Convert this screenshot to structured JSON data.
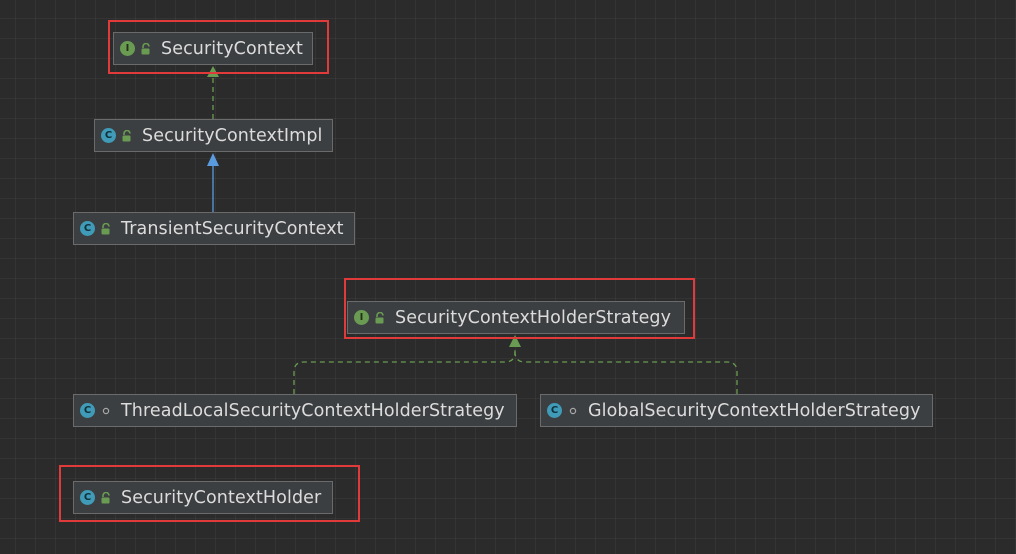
{
  "diagram": {
    "nodes": [
      {
        "key": "security_context",
        "kind": "interface",
        "badge": "I",
        "visibility": "public",
        "name": "SecurityContext"
      },
      {
        "key": "security_context_impl",
        "kind": "class",
        "badge": "C",
        "visibility": "public",
        "name": "SecurityContextImpl"
      },
      {
        "key": "transient_security_context",
        "kind": "class",
        "badge": "C",
        "visibility": "public",
        "name": "TransientSecurityContext"
      },
      {
        "key": "holder_strategy",
        "kind": "interface",
        "badge": "I",
        "visibility": "public",
        "name": "SecurityContextHolderStrategy"
      },
      {
        "key": "thread_local_strategy",
        "kind": "class",
        "badge": "C",
        "visibility": "package-private",
        "name": "ThreadLocalSecurityContextHolderStrategy"
      },
      {
        "key": "global_strategy",
        "kind": "class",
        "badge": "C",
        "visibility": "package-private",
        "name": "GlobalSecurityContextHolderStrategy"
      },
      {
        "key": "holder",
        "kind": "class",
        "badge": "C",
        "visibility": "public",
        "name": "SecurityContextHolder"
      }
    ],
    "relations": [
      {
        "from": "security_context_impl",
        "to": "security_context",
        "type": "implements"
      },
      {
        "from": "transient_security_context",
        "to": "security_context_impl",
        "type": "extends"
      },
      {
        "from": "thread_local_strategy",
        "to": "holder_strategy",
        "type": "implements"
      },
      {
        "from": "global_strategy",
        "to": "holder_strategy",
        "type": "implements"
      }
    ],
    "highlighted": [
      "security_context",
      "holder_strategy",
      "holder"
    ],
    "colors": {
      "canvas": "#2b2b2b",
      "node_fill": "#3c3f41",
      "node_border": "#6b6b6b",
      "interface_badge": "#6a9b52",
      "class_badge": "#3f9bb7",
      "implements_edge": "#6a9b52",
      "extends_edge": "#5a9bdf",
      "highlight": "#e03a3a"
    }
  }
}
